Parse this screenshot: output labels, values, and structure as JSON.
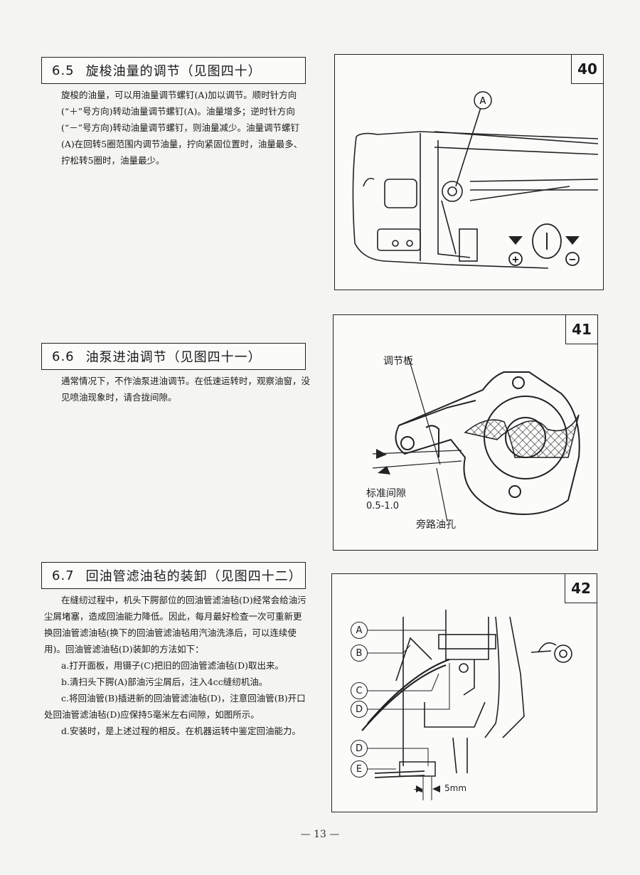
{
  "sections": [
    {
      "number": "6.5",
      "title": "旋梭油量的调节（见图四十）",
      "paragraphs": [
        "旋梭的油量，可以用油量调节螺钉(A)加以调节。顺时针方向(“＋”号方向)转动油量调节螺钉(A)。油量增多；逆时针方向(“－”号方向)转动油量调节螺钉，则油量减少。油量调节螺钉(A)在回转5圈范围内调节油量，拧向紧固位置时，油量最多、拧松转5圈时，油量最少。"
      ]
    },
    {
      "number": "6.6",
      "title": "油泵进油调节（见图四十一）",
      "paragraphs": [
        "通常情况下，不作油泵进油调节。在低速运转时，观察油窗，没见喷油现象时，请合拢间隙。"
      ]
    },
    {
      "number": "6.7",
      "title": "回油管滤油毡的装卸（见图四十二）",
      "paragraphs": [
        "在缝纫过程中，机头下腭部位的回油管滤油毡(D)经常会给油污尘屑堵塞，造成回油能力降低。因此，每月最好检查一次可重新更换回油管滤油毡(换下的回油管滤油毡用汽油洗涤后，可以连续使用)。回油管滤油毡(D)装卸的方法如下：",
        "a.打开面板，用镊子(C)把旧的回油管滤油毡(D)取出来。",
        "b.清扫头下腭(A)部油污尘屑后，注入4cc缝纫机油。",
        "c.将回油管(B)插进新的回油管滤油毡(D)，注意回油管(B)开口处回油管滤油毡(D)应保持5毫米左右间隙，如图所示。",
        "d.安装时，是上述过程的相反。在机器运转中鉴定回油能力。"
      ]
    }
  ],
  "figures": {
    "fig40": {
      "number": "40",
      "label_a": "A",
      "plus": "+",
      "minus": "−"
    },
    "fig41": {
      "number": "41",
      "plate_label": "调节板",
      "gap_label": "标准间隙",
      "gap_value": "0.5-1.0",
      "bypass_label": "旁路油孔"
    },
    "fig42": {
      "number": "42",
      "labels": [
        "A",
        "B",
        "C",
        "D",
        "D",
        "E"
      ],
      "gap": "5mm"
    }
  },
  "page_number": "— 13 —"
}
